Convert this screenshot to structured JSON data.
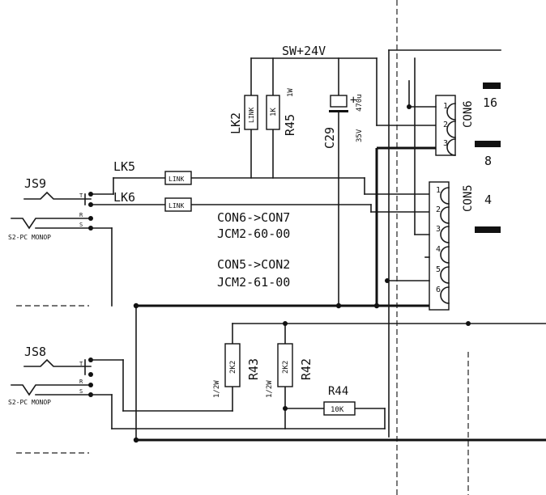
{
  "supply_label": "SW+24V",
  "components": {
    "lk2": {
      "ref": "LK2",
      "body": "LINK"
    },
    "r45": {
      "ref": "R45",
      "value": "1K",
      "rating": "1W"
    },
    "c29": {
      "ref": "C29",
      "polarity": "+",
      "value": "470u",
      "voltage": "35V"
    },
    "lk5": {
      "ref": "LK5",
      "body": "LINK"
    },
    "lk6": {
      "ref": "LK6",
      "body": "LINK"
    },
    "r43": {
      "ref": "R43",
      "value": "2K2",
      "rating": "1/2W"
    },
    "r42": {
      "ref": "R42",
      "value": "2K2",
      "rating": "1/2W"
    },
    "r44": {
      "ref": "R44",
      "value": "10K"
    }
  },
  "jacks": [
    {
      "ref": "JS9",
      "type": "S2-PC MONOP",
      "pins": [
        "T",
        "R",
        "S"
      ]
    },
    {
      "ref": "JS8",
      "type": "S2-PC MONOP",
      "pins": [
        "T",
        "R",
        "S"
      ]
    }
  ],
  "connectors": {
    "con6": {
      "ref": "CON6",
      "pins": [
        "1",
        "2",
        "3"
      ]
    },
    "con5": {
      "ref": "CON5",
      "pins": [
        "1",
        "2",
        "3",
        "4",
        "5",
        "6"
      ]
    }
  },
  "notes": {
    "line1": "CON6->CON7",
    "line2": "JCM2-60-00",
    "line3": "CON5->CON2",
    "line4": "JCM2-61-00"
  },
  "edge_labels": {
    "a": "16",
    "b": "8",
    "c": "4"
  }
}
